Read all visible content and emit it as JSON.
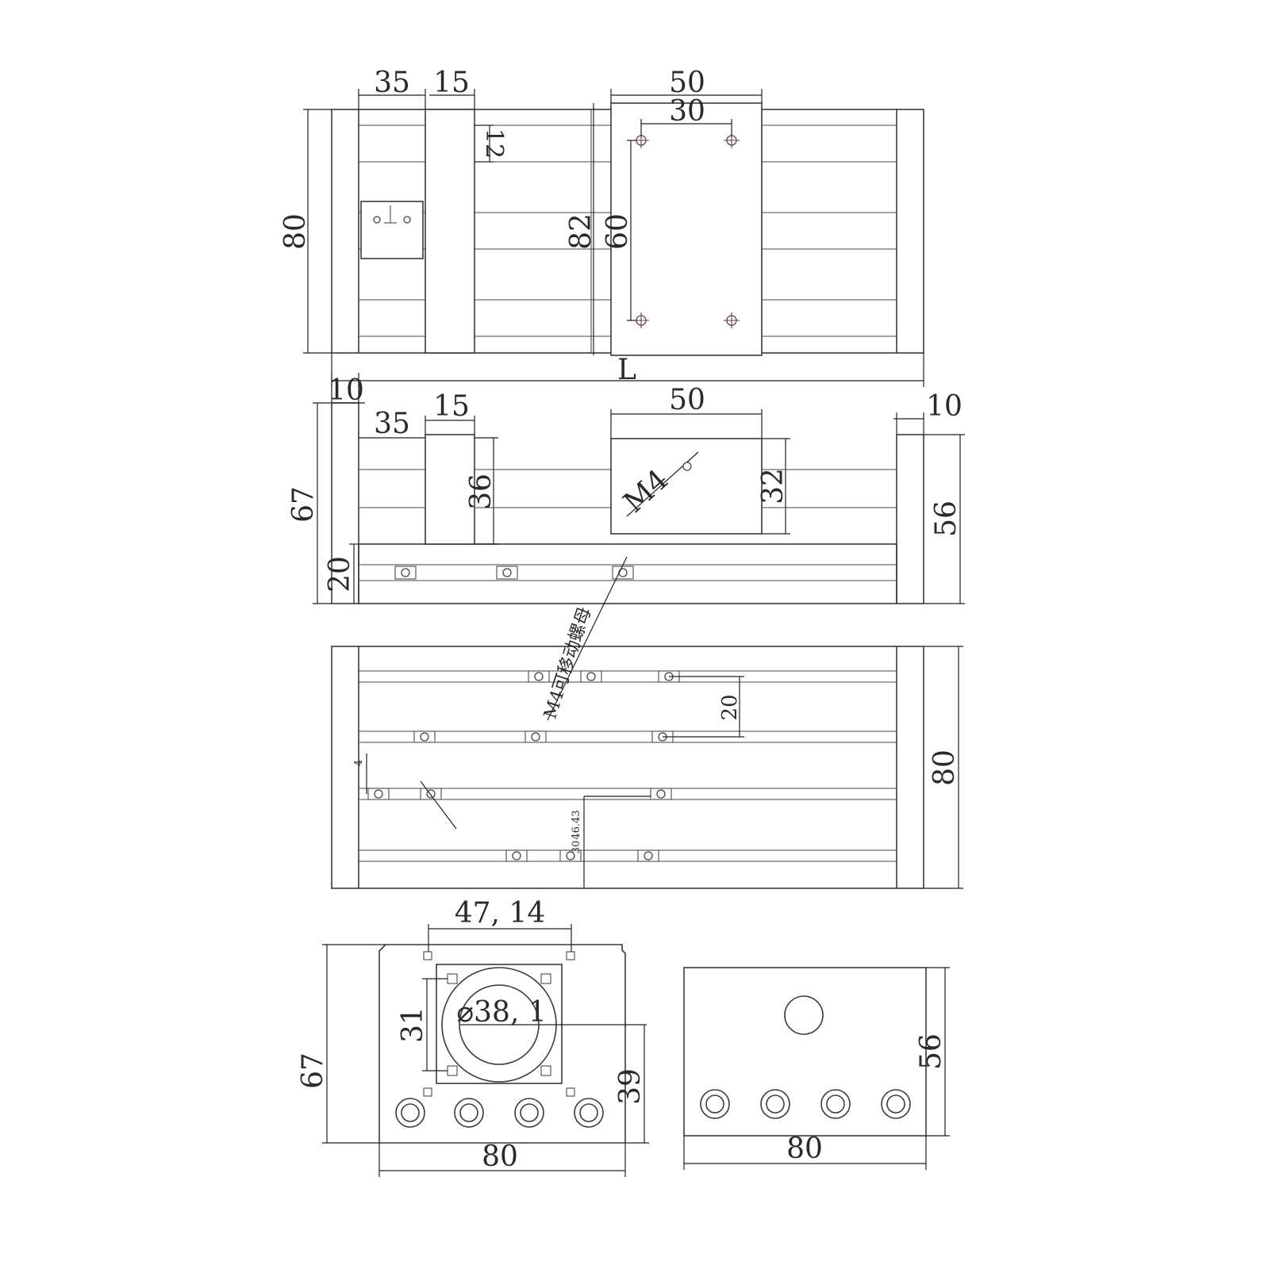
{
  "top_view": {
    "dim_35": "35",
    "dim_15": "15",
    "dim_50": "50",
    "dim_30": "30",
    "dim_12": "12",
    "dim_80": "80",
    "dim_82": "82",
    "dim_60": "60",
    "dim_l": "L"
  },
  "side_view": {
    "dim_10_left": "10",
    "dim_35": "35",
    "dim_15": "15",
    "dim_50": "50",
    "dim_10_right": "10",
    "dim_67": "67",
    "dim_36": "36",
    "dim_32": "32",
    "dim_56": "56",
    "dim_20": "20",
    "m4_label": "M4"
  },
  "bottom_view": {
    "nut_label": "M4可移动螺母",
    "dim_20": "20",
    "dim_80": "80",
    "dim_4": "4",
    "small_note": "46.43",
    "small_note_2": "30"
  },
  "end_view_motor": {
    "dim_47_14": "47, 14",
    "dim_31": "31",
    "dim_diameter": "⌀38, 1",
    "dim_67": "67",
    "dim_39": "39",
    "dim_80": "80"
  },
  "end_view_plain": {
    "dim_56": "56",
    "dim_80": "80"
  }
}
